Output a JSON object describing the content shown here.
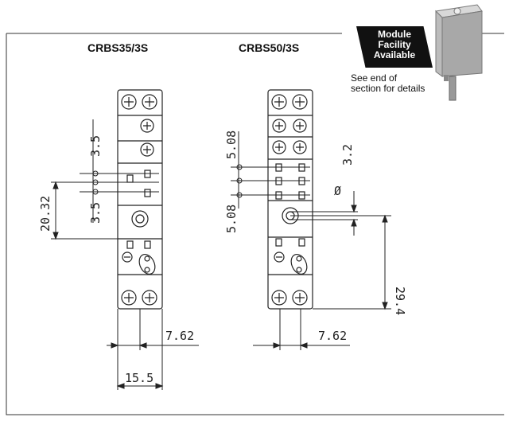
{
  "titles": {
    "left": "CRBS35/3S",
    "right": "CRBS50/3S"
  },
  "badge": {
    "line1": "Module",
    "line2": "Facility",
    "line3": "Available"
  },
  "note": {
    "line1": "See end of",
    "line2": "section for details"
  },
  "dims": {
    "left_pitch_top": "3.5",
    "left_pitch_bottom": "3.5",
    "left_span": "20.32",
    "left_width_half": "7.62",
    "left_width_full": "15.5",
    "right_pitch_top": "5.08",
    "right_pitch_bottom": "5.08",
    "right_hole": "3.2",
    "right_hole_symbol": "Ø",
    "right_height": "29.4",
    "right_width_half": "7.62"
  }
}
